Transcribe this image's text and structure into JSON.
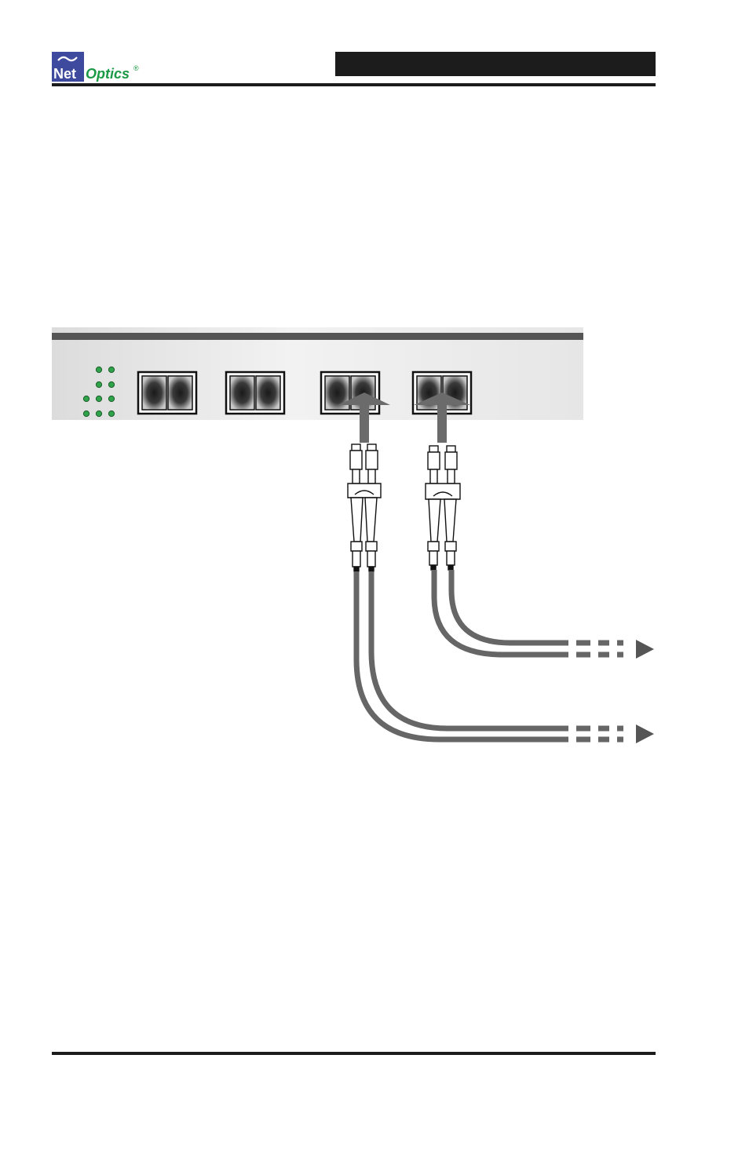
{
  "logo": {
    "brand_primary": "Net",
    "brand_secondary": "Optics",
    "registered_mark": "®",
    "colors": {
      "box": "#3d4a9e",
      "optics_text": "#1a9a45"
    }
  },
  "header": {
    "bar_color": "#1c1c1c"
  },
  "diagram": {
    "device_face_color": "#e8e8e8",
    "cable_color": "#666666",
    "arrow_color": "#6b6b6b",
    "led_color": "#2fa24a",
    "port_count": 4,
    "connected_ports": [
      3,
      4
    ]
  }
}
